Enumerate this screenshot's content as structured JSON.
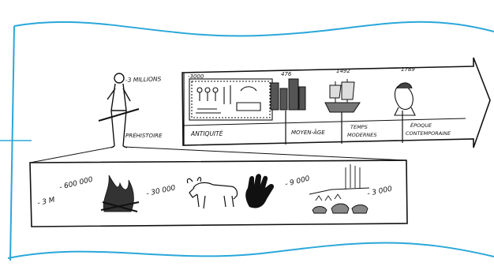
{
  "timeline": {
    "start_label": "-3 MILLIONS",
    "marker_labels": [
      "-3000",
      "476",
      "1492",
      "1789"
    ],
    "period_labels": [
      "PRÉHISTOIRE",
      "ANTIQUITÉ",
      "MOYEN-ÂGE",
      "TEMPS",
      "MODERNES",
      "ÉPOQUE",
      "CONTEMPORAINE"
    ]
  },
  "prehistory_zoom": {
    "labels": [
      "- 3 M",
      "- 600 000",
      "- 30 000",
      "- 9 000",
      "- 3 000"
    ]
  },
  "colors": {
    "frame_wave": "#2aa7d9",
    "ink": "#111111"
  },
  "icons": [
    "caveman-icon",
    "hieroglyph-tablet-icon",
    "castle-icon",
    "ship-icon",
    "marianne-bust-icon",
    "fire-icon",
    "aurochs-icon",
    "hand-print-icon",
    "farming-village-icon"
  ]
}
